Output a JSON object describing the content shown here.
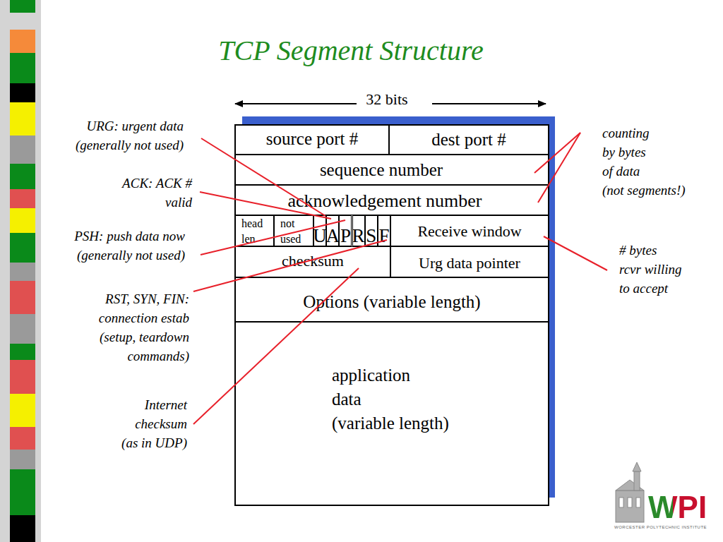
{
  "diagram": {
    "title": "TCP Segment Structure",
    "nodes": [
      {
        "text": [
          "source port #"
        ]
      },
      {
        "text": [
          "dest port #"
        ]
      },
      {
        "text": [
          "sequence number"
        ]
      },
      {
        "text": [
          "acknowledgement number"
        ]
      },
      {
        "text": [
          "head len"
        ]
      },
      {
        "text": [
          "not used"
        ]
      },
      {
        "text": [
          "U"
        ]
      },
      {
        "text": [
          "A"
        ]
      },
      {
        "text": [
          "P"
        ]
      },
      {
        "text": [
          "R"
        ]
      },
      {
        "text": [
          "S"
        ]
      },
      {
        "text": [
          "F"
        ]
      },
      {
        "text": [
          "Receive window"
        ]
      },
      {
        "text": [
          "checksum"
        ]
      },
      {
        "text": [
          "Urg data pointer"
        ]
      },
      {
        "text": [
          "Options (variable length)"
        ]
      },
      {
        "text": [
          "application data (variable length)"
        ]
      }
    ],
    "labels": [
      "32 bits",
      "URG: urgent data (generally not used)",
      "ACK: ACK # valid",
      "PSH: push data now (generally not used)",
      "RST, SYN, FIN: connection estab (setup, teardown commands)",
      "Internet checksum (as in UDP)",
      "counting by bytes of data (not segments!)",
      "# bytes rcvr willing to accept",
      "WPI",
      "WORCESTER POLYTECHNIC INSTITUTE"
    ]
  }
}
